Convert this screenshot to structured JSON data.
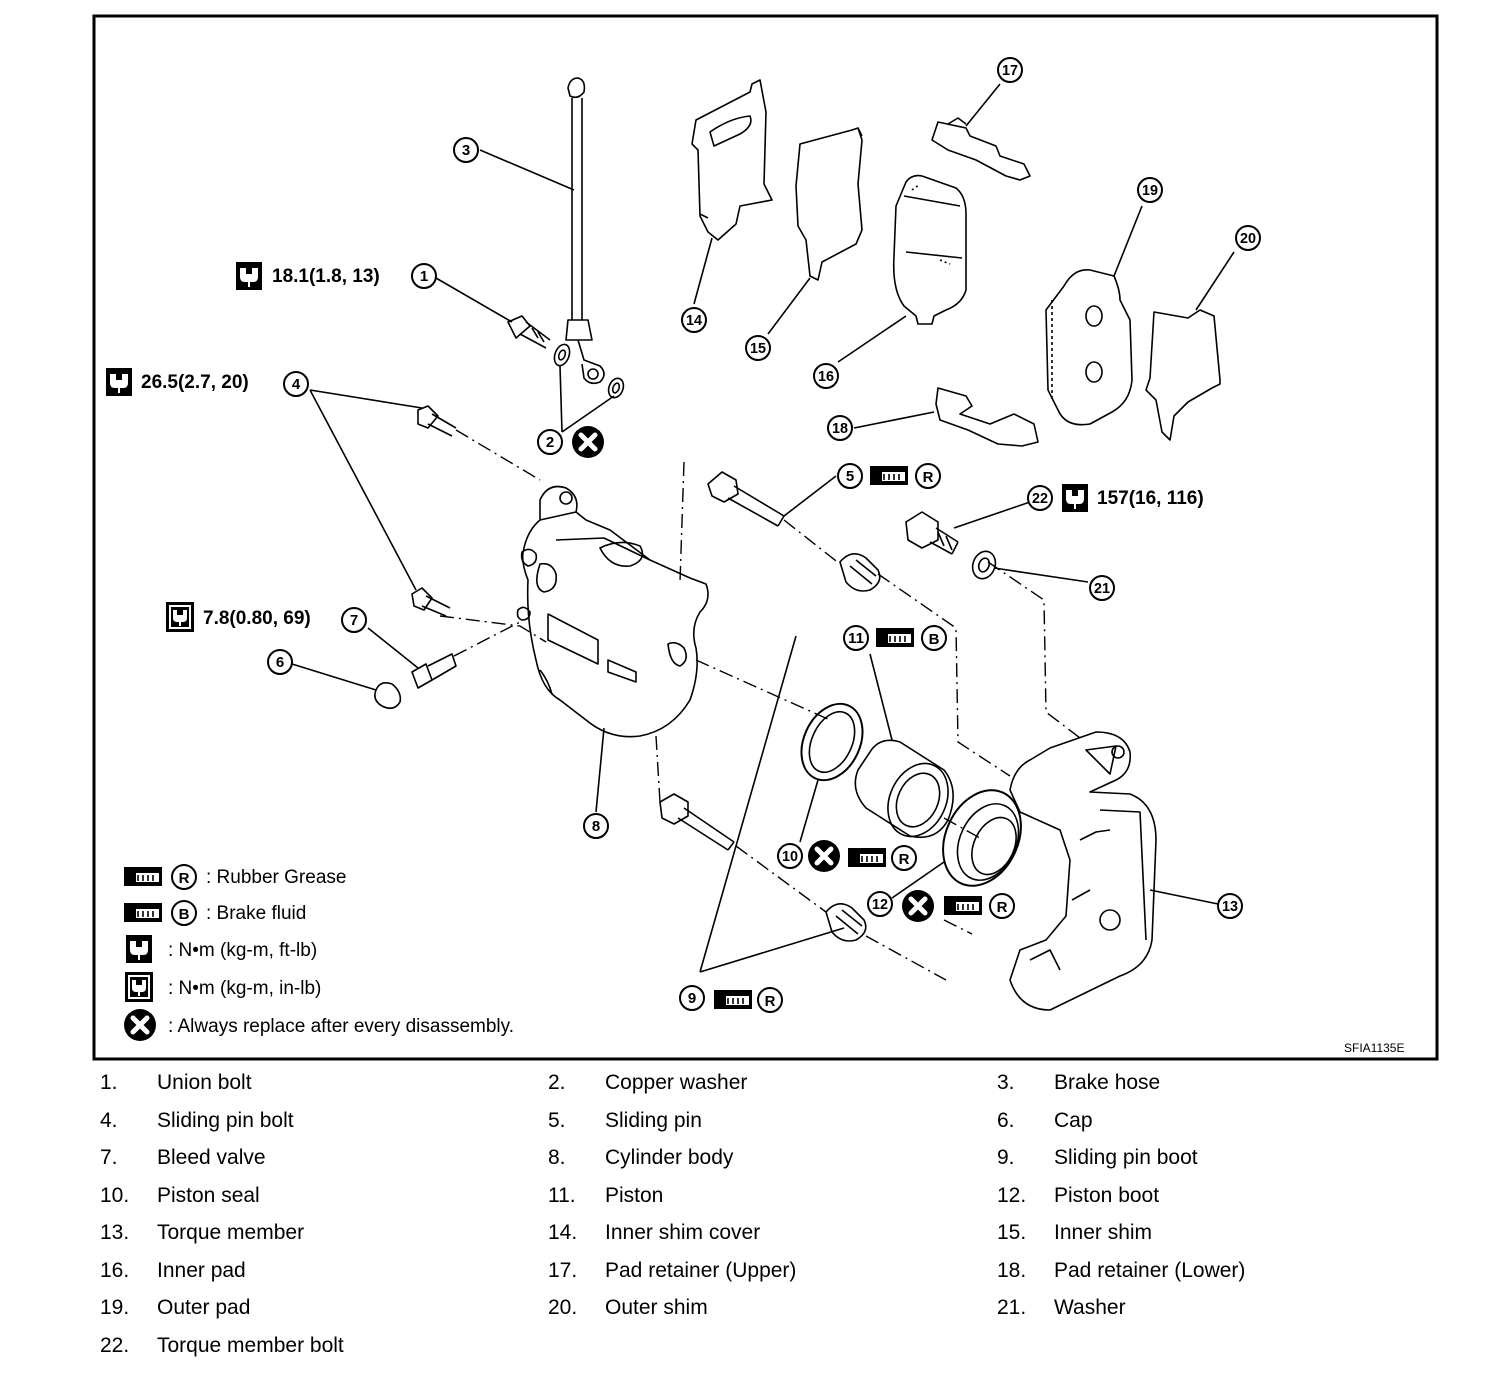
{
  "figure_code": "SFIA1135E",
  "callouts": [
    {
      "num": "1",
      "torque": "18.1(1.8, 13)"
    },
    {
      "num": "4",
      "torque": "26.5(2.7, 20)"
    },
    {
      "num": "7",
      "torque": "7.8(0.80, 69)"
    },
    {
      "num": "22",
      "torque": "157(16, 116)"
    }
  ],
  "part_numbers": [
    "1",
    "2",
    "3",
    "4",
    "5",
    "6",
    "7",
    "8",
    "9",
    "10",
    "11",
    "12",
    "13",
    "14",
    "15",
    "16",
    "17",
    "18",
    "19",
    "20",
    "21",
    "22"
  ],
  "grease_letters": {
    "rubber": "R",
    "brake": "B"
  },
  "legend": [
    {
      "symbol": "grease-r",
      "text": ": Rubber Grease"
    },
    {
      "symbol": "grease-b",
      "text": ": Brake fluid"
    },
    {
      "symbol": "torque-ft",
      "text": ":  N•m  (kg-m,  ft-lb)"
    },
    {
      "symbol": "torque-in",
      "text": ":  N•m  (kg-m,  in-lb)"
    },
    {
      "symbol": "replace",
      "text": ": Always replace after every disassembly."
    }
  ],
  "parts": [
    {
      "num": "1.",
      "name": "Union bolt"
    },
    {
      "num": "2.",
      "name": "Copper washer"
    },
    {
      "num": "3.",
      "name": "Brake hose"
    },
    {
      "num": "4.",
      "name": "Sliding pin bolt"
    },
    {
      "num": "5.",
      "name": "Sliding pin"
    },
    {
      "num": "6.",
      "name": "Cap"
    },
    {
      "num": "7.",
      "name": "Bleed valve"
    },
    {
      "num": "8.",
      "name": "Cylinder body"
    },
    {
      "num": "9.",
      "name": "Sliding pin boot"
    },
    {
      "num": "10.",
      "name": "Piston seal"
    },
    {
      "num": "11.",
      "name": "Piston"
    },
    {
      "num": "12.",
      "name": "Piston boot"
    },
    {
      "num": "13.",
      "name": "Torque member"
    },
    {
      "num": "14.",
      "name": "Inner shim cover"
    },
    {
      "num": "15.",
      "name": "Inner shim"
    },
    {
      "num": "16.",
      "name": "Inner pad"
    },
    {
      "num": "17.",
      "name": "Pad retainer (Upper)"
    },
    {
      "num": "18.",
      "name": "Pad retainer (Lower)"
    },
    {
      "num": "19.",
      "name": "Outer pad"
    },
    {
      "num": "20.",
      "name": "Outer shim"
    },
    {
      "num": "21.",
      "name": "Washer"
    },
    {
      "num": "22.",
      "name": "Torque member bolt"
    }
  ]
}
